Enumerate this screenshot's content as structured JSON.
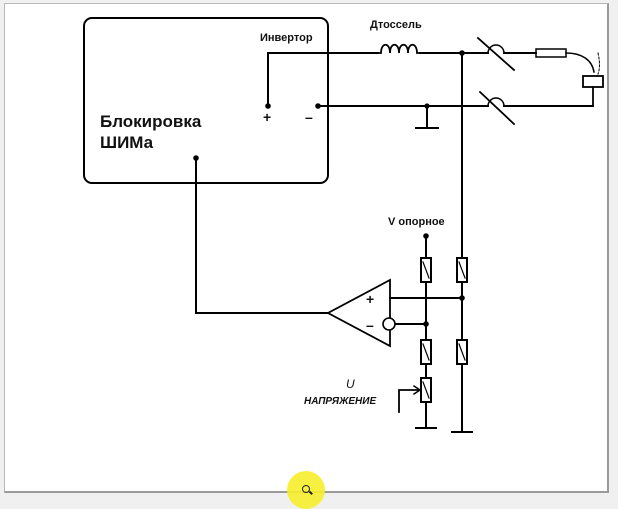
{
  "diagram": {
    "pwm_block_label_line1": "Блокировка",
    "pwm_block_label_line2": "ШИМа",
    "inverter_label": "Инвертор",
    "choke_label": "Дтоссель",
    "plus_sign": "+",
    "minus_sign": "–",
    "vref_label": "V опорное",
    "opamp_plus": "+",
    "opamp_minus": "–",
    "u_symbol": "U",
    "voltage_label": "НАПРЯЖЕНИЕ"
  },
  "colors": {
    "wire": "#000000",
    "cursor_highlight": "#f7ee2c"
  },
  "icons": {
    "cursor": "zoom-magnifier-icon"
  }
}
